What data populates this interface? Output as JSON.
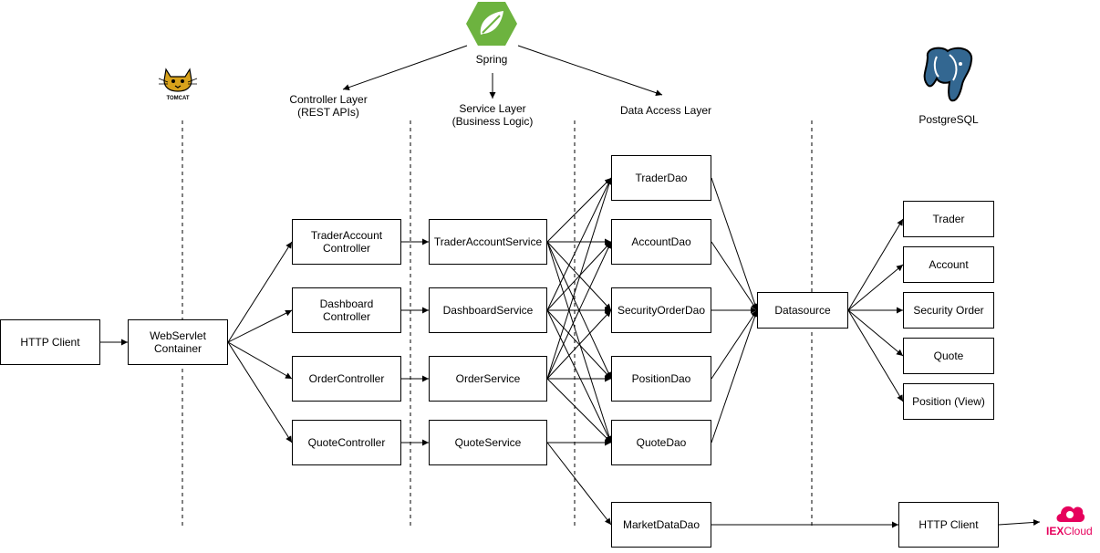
{
  "header": {
    "spring": "Spring",
    "controller_layer": "Controller Layer\n(REST APIs)",
    "service_layer": "Service Layer\n(Business Logic)",
    "data_access_layer": "Data Access Layer",
    "postgresql": "PostgreSQL",
    "tomcat": "TOMCAT"
  },
  "client": {
    "http_client": "HTTP Client",
    "servlet": "WebServlet\nContainer"
  },
  "controllers": [
    "TraderAccount\nController",
    "Dashboard\nController",
    "OrderController",
    "QuoteController"
  ],
  "services": [
    "TraderAccountService",
    "DashboardService",
    "OrderService",
    "QuoteService"
  ],
  "daos": [
    "TraderDao",
    "AccountDao",
    "SecurityOrderDao",
    "PositionDao",
    "QuoteDao",
    "MarketDataDao"
  ],
  "datasource": "Datasource",
  "tables": [
    "Trader",
    "Account",
    "Security Order",
    "Quote",
    "Position (View)"
  ],
  "external": {
    "http_client": "HTTP Client",
    "iex_cloud": {
      "iex": "IEX",
      "cloud": "Cloud"
    }
  },
  "icons": [
    "spring-logo",
    "tomcat-logo",
    "postgresql-elephant-logo",
    "iex-cloud-logo"
  ],
  "colors": {
    "spring_green": "#6db33f",
    "postgres_blue": "#336791",
    "iex_pink": "#e6005c"
  }
}
